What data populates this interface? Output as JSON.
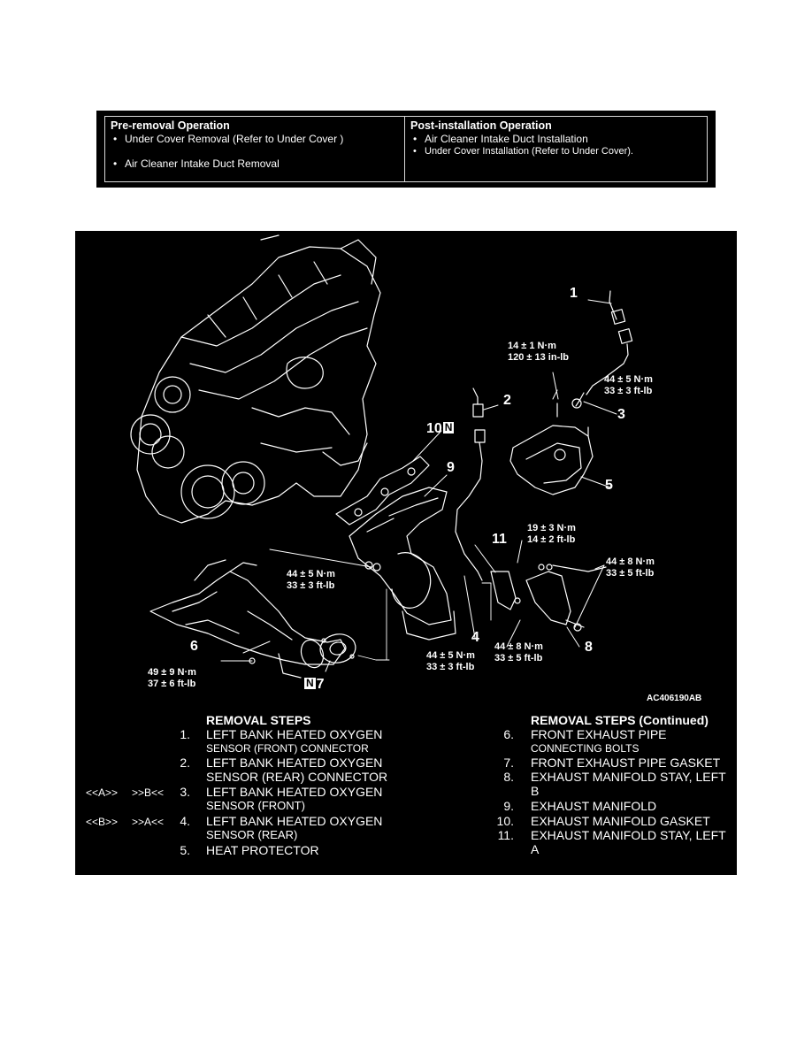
{
  "operations": {
    "pre": {
      "header": "Pre-removal Operation",
      "items": [
        "Under Cover Removal (Refer to  Under Cover )",
        "Air Cleaner Intake Duct Removal"
      ]
    },
    "post": {
      "header": "Post-installation Operation",
      "items": [
        "Air Cleaner Intake Duct Installation",
        "Under Cover Installation (Refer to  Under  Cover)."
      ]
    }
  },
  "figure": {
    "callouts": {
      "c1": "1",
      "c2": "2",
      "c3": "3",
      "c4": "4",
      "c5": "5",
      "c6": "6",
      "c7": "7",
      "c8": "8",
      "c9": "9",
      "c10": "10",
      "c11": "11",
      "n_mark": "N"
    },
    "torques": {
      "t14": [
        "14 ± 1 N·m",
        "120 ± 13 in-lb"
      ],
      "t44_sensor_front": [
        "44 ± 5 N·m",
        "33 ± 3 ft-lb"
      ],
      "t19": [
        "19 ± 3 N·m",
        "14 ± 2 ft-lb"
      ],
      "t44_stay": [
        "44 ± 8 N·m",
        "33 ± 5 ft-lb"
      ],
      "t44_manifold": [
        "44 ± 5 N·m",
        "33 ± 3 ft-lb"
      ],
      "t44_sensor_rear": [
        "44 ± 5 N·m",
        "33 ± 3 ft-lb"
      ],
      "t44_stay_lower": [
        "44 ± 8 N·m",
        "33 ± 5 ft-lb"
      ],
      "t49": [
        "49 ± 9 N·m",
        "37 ± 6 ft-lb"
      ]
    },
    "figure_id": "AC406190AB"
  },
  "removal_steps": {
    "title_left": "REMOVAL STEPS",
    "title_right": "REMOVAL STEPS (Continued)",
    "left": [
      {
        "num": "1.",
        "line1": "LEFT BANK HEATED OXYGEN",
        "line2": "SENSOR (FRONT) CONNECTOR"
      },
      {
        "num": "2.",
        "line1": "LEFT BANK HEATED OXYGEN",
        "line2": "SENSOR (REAR) CONNECTOR"
      },
      {
        "num": "3.",
        "line1": "LEFT BANK HEATED OXYGEN",
        "line2": "SENSOR (FRONT)",
        "ref_a": "<<A>>",
        "ref_b": ">>B<<"
      },
      {
        "num": "4.",
        "line1": "LEFT BANK HEATED OXYGEN",
        "line2": "SENSOR (REAR)",
        "ref_a": "<<B>>",
        "ref_b": ">>A<<"
      },
      {
        "num": "5.",
        "line1": "HEAT PROTECTOR",
        "line2": ""
      }
    ],
    "right": [
      {
        "num": "6.",
        "line1": "FRONT EXHAUST PIPE",
        "line2": "CONNECTING BOLTS"
      },
      {
        "num": "7.",
        "line1": "FRONT EXHAUST PIPE GASKET",
        "line2": ""
      },
      {
        "num": "8.",
        "line1": "EXHAUST MANIFOLD STAY, LEFT",
        "line2": "B"
      },
      {
        "num": "9.",
        "line1": "EXHAUST MANIFOLD",
        "line2": ""
      },
      {
        "num": "10.",
        "line1": "EXHAUST MANIFOLD GASKET",
        "line2": ""
      },
      {
        "num": "11.",
        "line1": "EXHAUST MANIFOLD STAY, LEFT",
        "line2": "A"
      }
    ]
  }
}
